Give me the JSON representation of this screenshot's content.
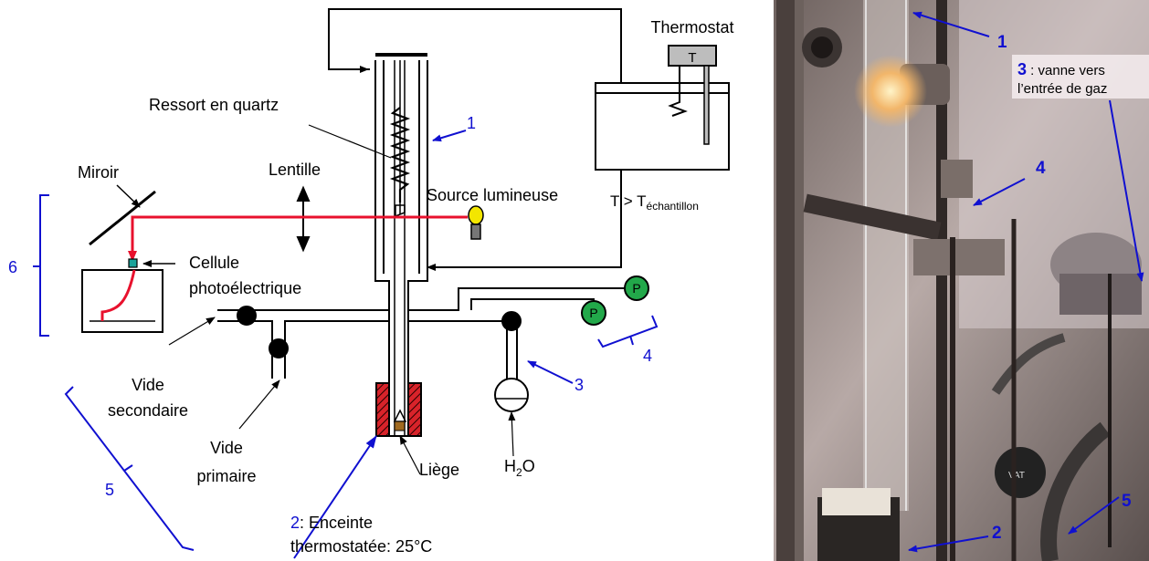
{
  "colors": {
    "line": "#000000",
    "beam": "#e8112d",
    "annotation": "#1010d0",
    "pump": "#22a84a",
    "oven": "#d8232a",
    "sensor": "#1aa39a",
    "bulb": "#f3e600",
    "thermostat_box": "#bdbdbd",
    "photo_bg": "#9a8f8c"
  },
  "labels": {
    "thermostat": "Thermostat",
    "thermostat_T": "T",
    "ressort": "Ressort en quartz",
    "lentille": "Lentille",
    "miroir": "Miroir",
    "source": "Source lumineuse",
    "t_compare": "T > T",
    "t_compare_sub": "échantillon",
    "cellule_1": "Cellule",
    "cellule_2": "photoélectrique",
    "vide_secondaire_1": "Vide",
    "vide_secondaire_2": "secondaire",
    "vide_primaire_1": "Vide",
    "vide_primaire_2": "primaire",
    "liege": "Liège",
    "h2o_h": "H",
    "h2o_2": "2",
    "h2o_o": "O",
    "enceinte_num": "2",
    "enceinte_1": ": Enceinte",
    "enceinte_2": "thermostatée: 25°C",
    "pump_p": "P"
  },
  "annotations": {
    "n1": "1",
    "n3": "3",
    "n4": "4",
    "n5": "5",
    "n6": "6"
  },
  "photo": {
    "n1": "1",
    "n2": "2",
    "n3": "3",
    "n3_text_1": " : vanne vers",
    "n3_text_2": "l’entrée de gaz",
    "n4": "4",
    "n5": "5",
    "brand": "VAT"
  }
}
